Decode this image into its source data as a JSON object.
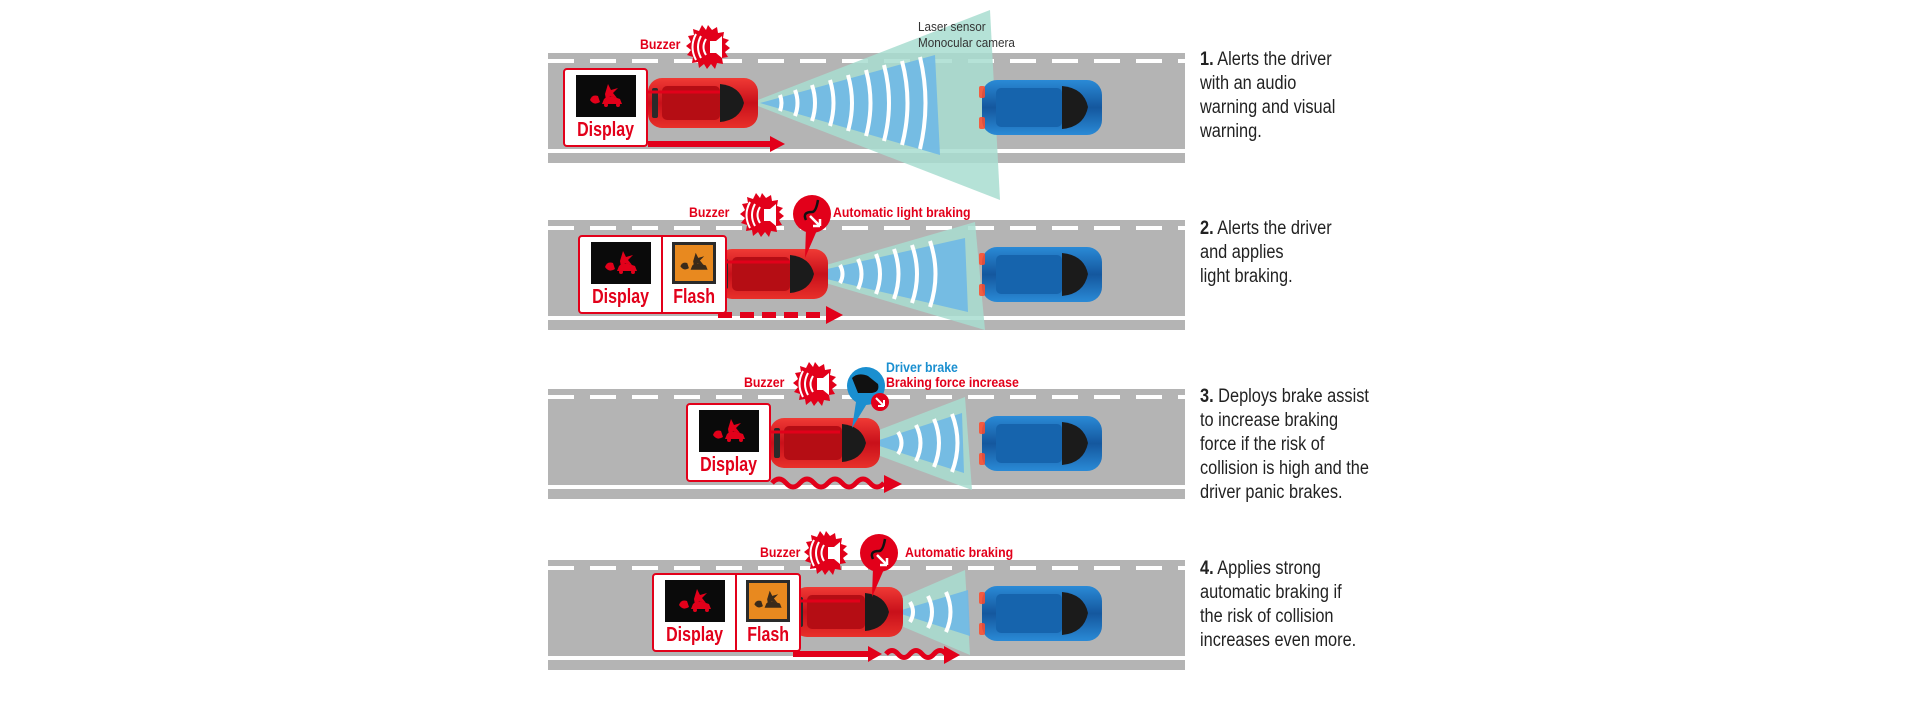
{
  "diagram": {
    "title_visible": false,
    "sensor_label": [
      "Laser sensor",
      "Monocular camera"
    ],
    "colors": {
      "alert_red": "#e2001a",
      "driver_blue": "#1a8fd0",
      "road_gray": "#b4b4b4",
      "sensor_teal": "#a8ddd0",
      "wave_blue": "#6fb9e6",
      "own_car": "#d91a1a",
      "lead_car": "#1e6fb8"
    },
    "steps": [
      {
        "number": "1.",
        "text": "Alerts the driver with an audio warning and visual warning.",
        "lines": [
          "Alerts the driver",
          "with an audio",
          "warning and visual",
          "warning."
        ],
        "callouts": [
          {
            "label": "Buzzer",
            "icon": "buzzer-icon"
          }
        ],
        "panel": [
          {
            "label": "Display",
            "screen": "black"
          }
        ],
        "motion_arrow": "solid"
      },
      {
        "number": "2.",
        "text": "Alerts the driver and applies light braking.",
        "lines": [
          "Alerts the driver",
          "and applies",
          "light braking."
        ],
        "callouts": [
          {
            "label": "Buzzer",
            "icon": "buzzer-icon"
          },
          {
            "label": "Automatic light braking",
            "icon": "brake-pedal-icon"
          }
        ],
        "panel": [
          {
            "label": "Display",
            "screen": "black"
          },
          {
            "label": "Flash",
            "screen": "orange"
          }
        ],
        "motion_arrow": "dashed"
      },
      {
        "number": "3.",
        "text": "Deploys brake assist to increase braking force if the risk of collision is high and the driver panic brakes.",
        "lines": [
          "Deploys brake assist",
          "to increase braking",
          "force if the risk of",
          "collision is high and the",
          "driver panic brakes."
        ],
        "callouts": [
          {
            "label": "Buzzer",
            "icon": "buzzer-icon"
          },
          {
            "label": "Driver brake",
            "icon": "driver-foot-brake-icon"
          },
          {
            "label": "Braking force increase",
            "icon": "brake-force-arrow-icon"
          }
        ],
        "panel": [
          {
            "label": "Display",
            "screen": "black"
          }
        ],
        "motion_arrow": "wavy"
      },
      {
        "number": "4.",
        "text": "Applies strong automatic braking if the risk of collision increases even more.",
        "lines": [
          "Applies strong",
          "automatic braking if",
          "the risk of collision",
          "increases even more."
        ],
        "callouts": [
          {
            "label": "Buzzer",
            "icon": "buzzer-icon"
          },
          {
            "label": "Automatic braking",
            "icon": "brake-pedal-icon"
          }
        ],
        "panel": [
          {
            "label": "Display",
            "screen": "black"
          },
          {
            "label": "Flash",
            "screen": "orange"
          }
        ],
        "motion_arrow": "solid-then-wavy"
      }
    ]
  }
}
